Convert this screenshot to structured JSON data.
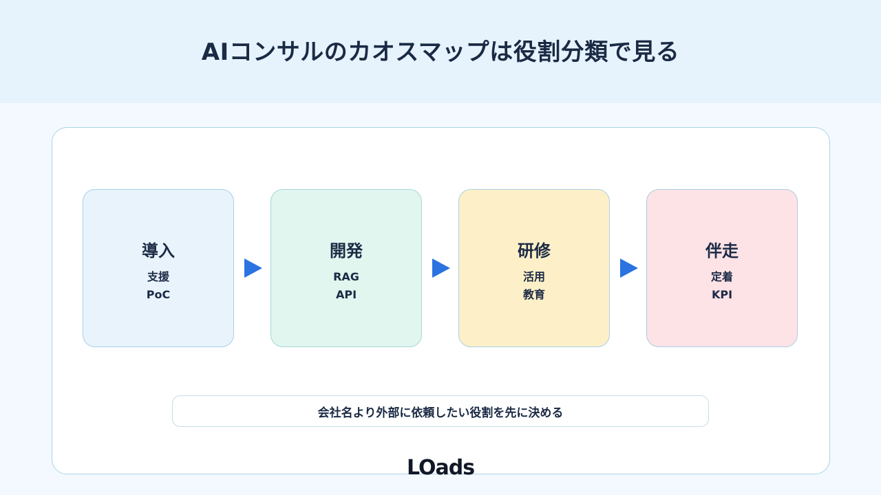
{
  "header": {
    "title": "AIコンサルのカオスマップは役割分類で見る"
  },
  "steps": [
    {
      "title": "導入",
      "lines": [
        "支援",
        "PoC"
      ]
    },
    {
      "title": "開発",
      "lines": [
        "RAG",
        "API"
      ]
    },
    {
      "title": "研修",
      "lines": [
        "活用",
        "教育"
      ]
    },
    {
      "title": "伴走",
      "lines": [
        "定着",
        "KPI"
      ]
    }
  ],
  "note": "会社名より外部に依頼したい役割を先に決める",
  "logo": "LOads",
  "colors": {
    "accent_arrow": "#2a73e0",
    "step_1_bg": "#e8f3fc",
    "step_2_bg": "#e0f6ef",
    "step_3_bg": "#fdf0c8",
    "step_4_bg": "#fde2e6"
  }
}
